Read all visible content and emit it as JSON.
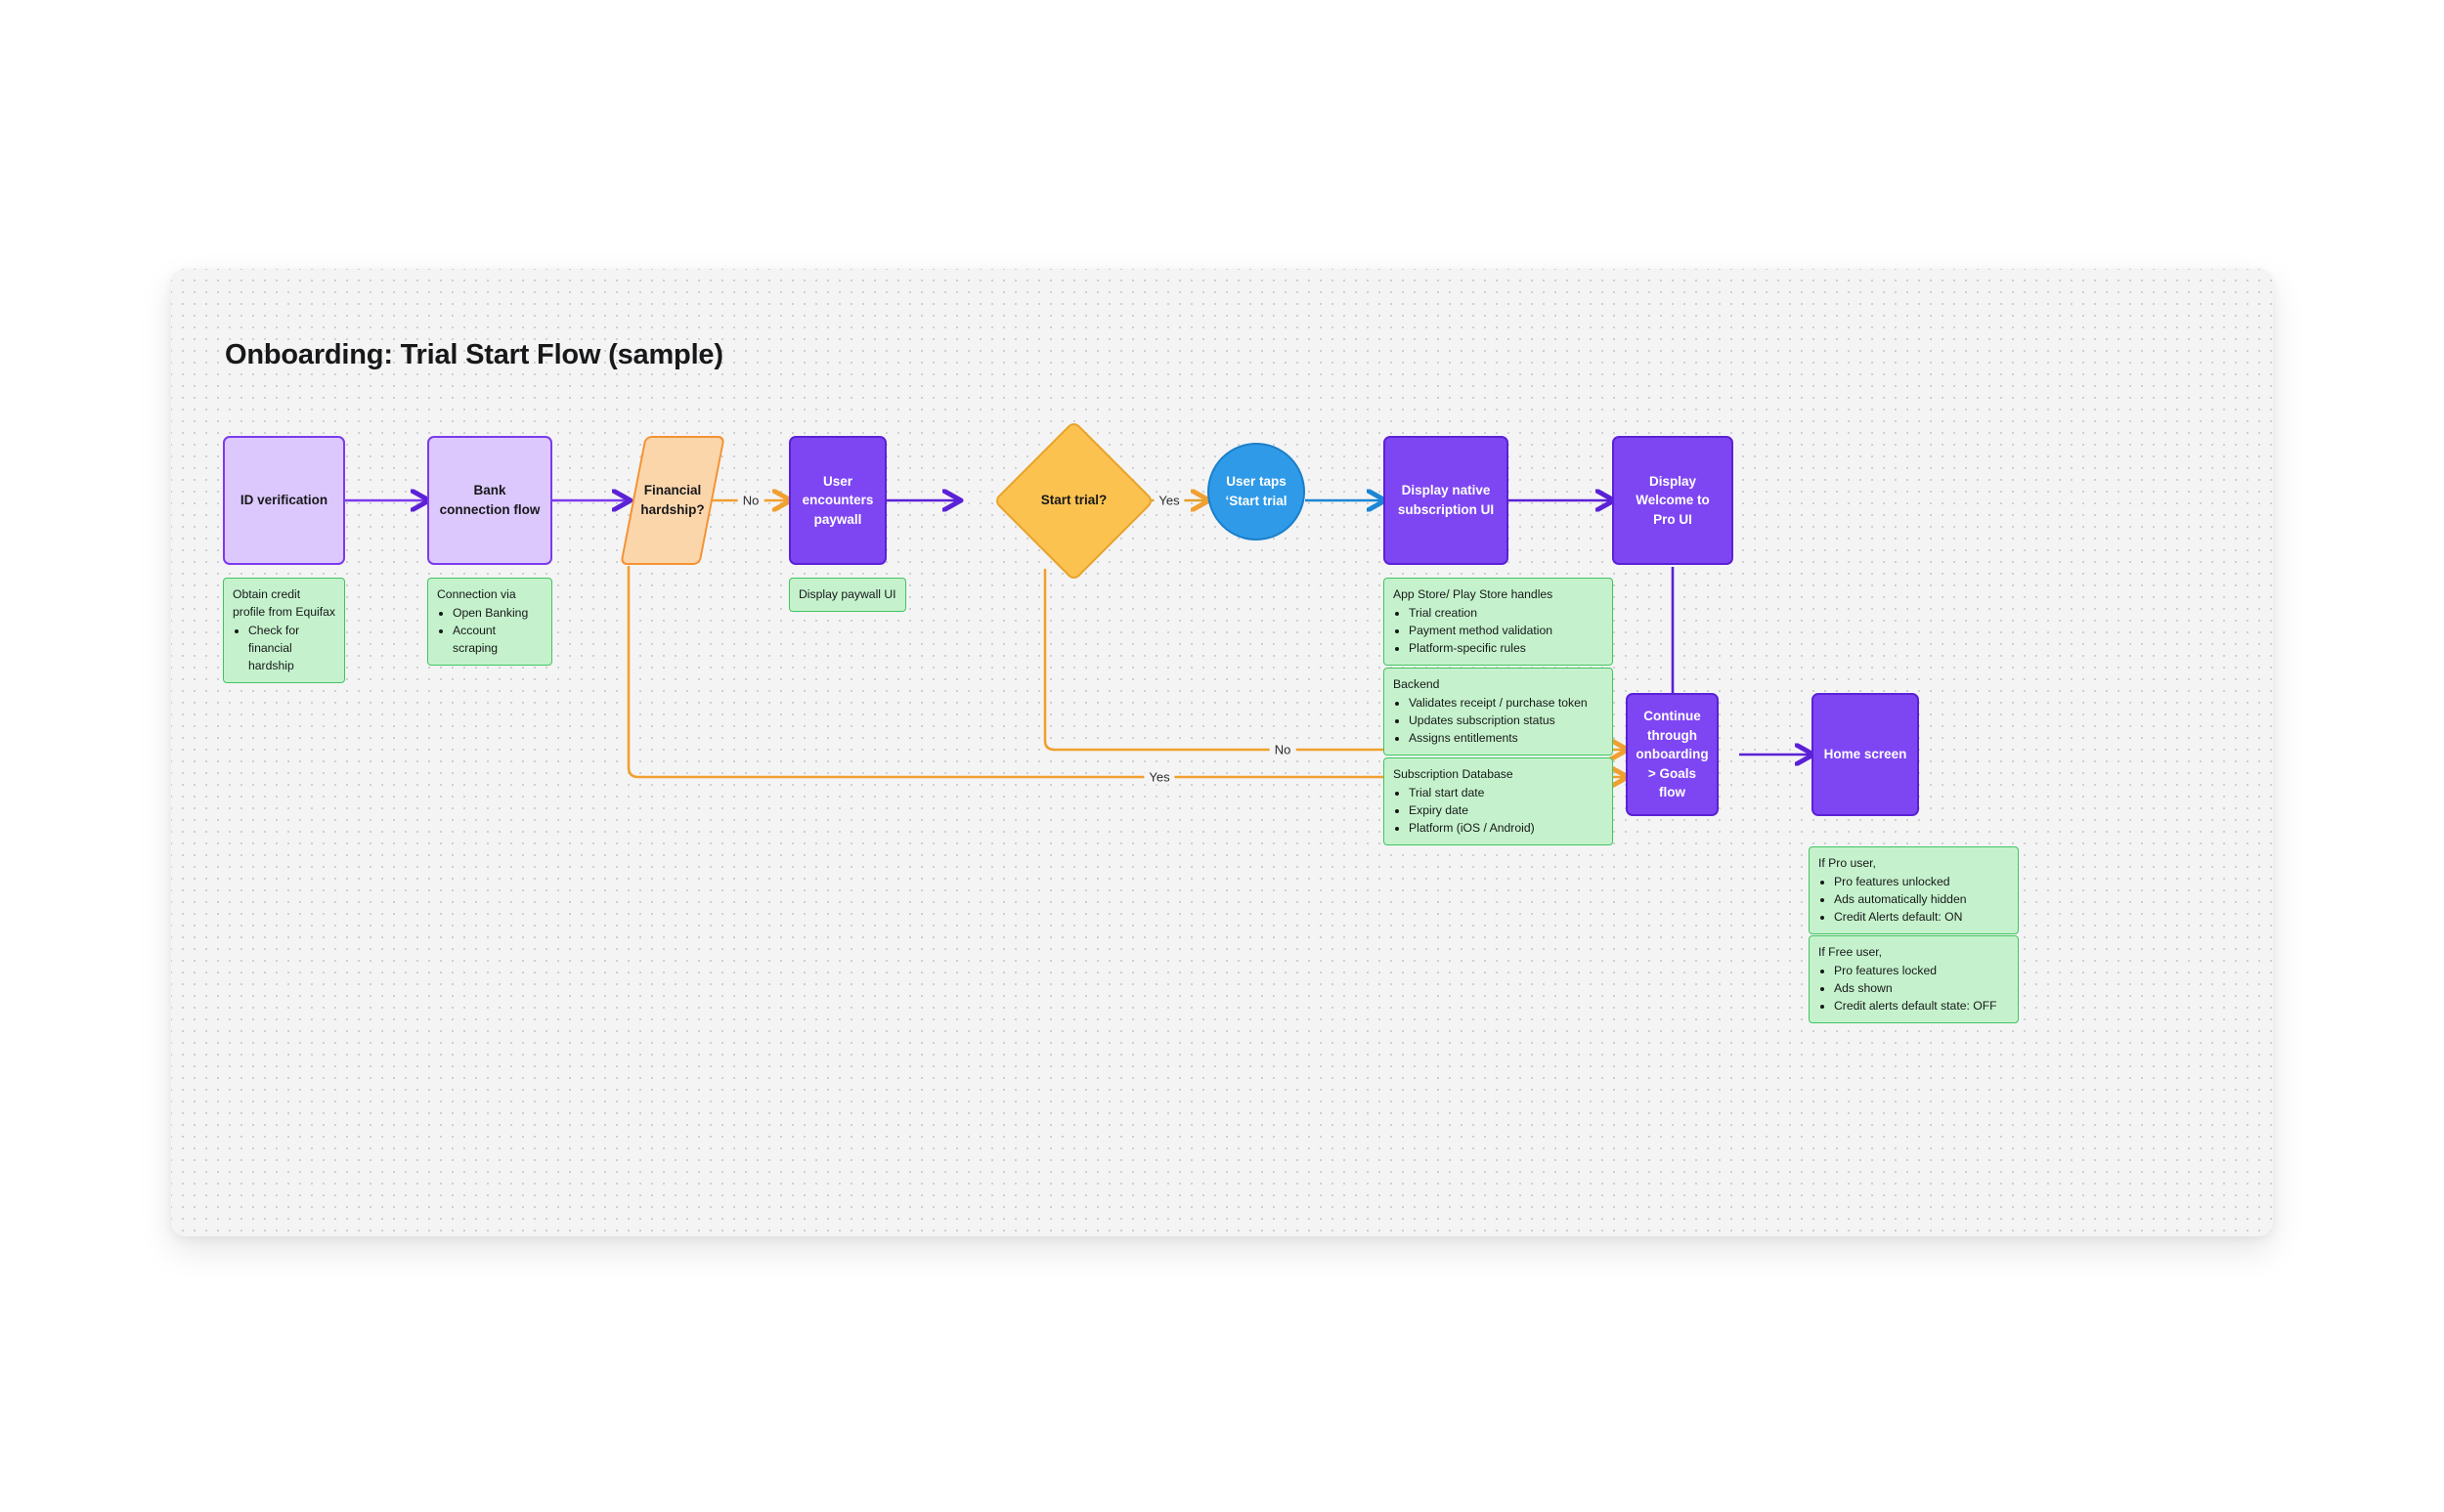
{
  "page": {
    "title": "Onboarding: Trial Start Flow (sample)"
  },
  "colors": {
    "canvas_bg": "#f4f4f4",
    "lilac_fill": "#dcc8fd",
    "lilac_stroke": "#7c3aed",
    "violet_fill": "#7e46f2",
    "violet_stroke": "#5b21d6",
    "orange_fill": "#fbd6ab",
    "orange_stroke": "#f59233",
    "yellow_fill": "#fbc250",
    "yellow_stroke": "#e8a32a",
    "blue_fill": "#2f9ae8",
    "blue_stroke": "#1b7fc9",
    "green_fill": "#c5f2cc",
    "green_stroke": "#42c462",
    "edge_purple": "#5b21d6",
    "edge_orange": "#f0a030",
    "edge_blue": "#1b86d4"
  },
  "nodes": {
    "id_verification": "ID verification",
    "bank_connection": "Bank connection flow",
    "financial_hardship": "Financial hardship?",
    "user_encounters_paywall": "User encounters paywall",
    "start_trial": "Start trial?",
    "user_taps_start_trial": "User taps ‘Start trial",
    "display_native_subscription": "Display native subscription UI",
    "display_welcome_pro": "Display Welcome to Pro UI",
    "continue_onboarding": "Continue through onboarding > Goals flow",
    "home_screen": "Home screen"
  },
  "edge_labels": {
    "hardship_no": "No",
    "start_trial_yes": "Yes",
    "start_trial_no": "No",
    "hardship_yes": "Yes"
  },
  "notes": {
    "equifax": {
      "head": "Obtain credit profile from Equifax",
      "items": [
        "Check for financial hardship"
      ]
    },
    "connection": {
      "head": "Connection via",
      "items": [
        "Open Banking",
        "Account scraping"
      ]
    },
    "paywall_ui": {
      "head": "Display paywall UI",
      "items": []
    },
    "app_store": {
      "head": "App Store/ Play Store handles",
      "items": [
        "Trial creation",
        "Payment method validation",
        "Platform-specific rules"
      ]
    },
    "backend": {
      "head": "Backend",
      "items": [
        "Validates receipt / purchase token",
        "Updates subscription status",
        "Assigns entitlements"
      ]
    },
    "subscription_db": {
      "head": "Subscription Database",
      "items": [
        "Trial start date",
        "Expiry date",
        "Platform (iOS / Android)"
      ]
    },
    "pro_user": {
      "head": "If Pro user,",
      "items": [
        "Pro features unlocked",
        "Ads automatically hidden",
        "Credit Alerts default: ON"
      ]
    },
    "free_user": {
      "head": "If Free user,",
      "items": [
        "Pro features locked",
        "Ads shown",
        "Credit alerts default state: OFF"
      ]
    }
  }
}
